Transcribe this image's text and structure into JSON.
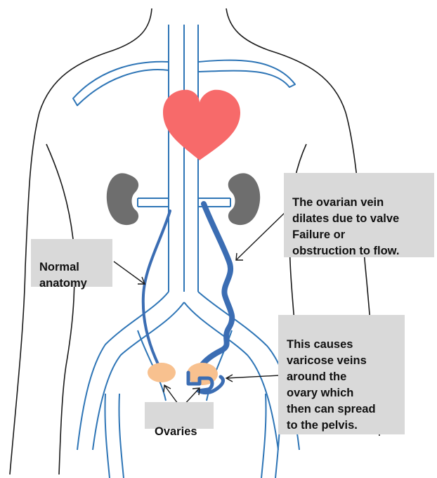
{
  "labels": {
    "normal_anatomy": "Normal\nanatomy",
    "ovarian_vein": "The ovarian vein\ndilates due to valve\nFailure or\nobstruction to flow.",
    "varicose": "This causes\nvaricose veins\naround the\novary which\nthen can spread\nto the pelvis.",
    "ovaries": "Ovaries"
  },
  "colors": {
    "vessel_outline": "#2e75b6",
    "diseased_vein": "#3b6db3",
    "heart": "#f76a6a",
    "kidney": "#6e6e6e",
    "ovary": "#f8c18f",
    "callout_bg": "#d9d9d9",
    "body_outline": "#1a1a1a"
  }
}
